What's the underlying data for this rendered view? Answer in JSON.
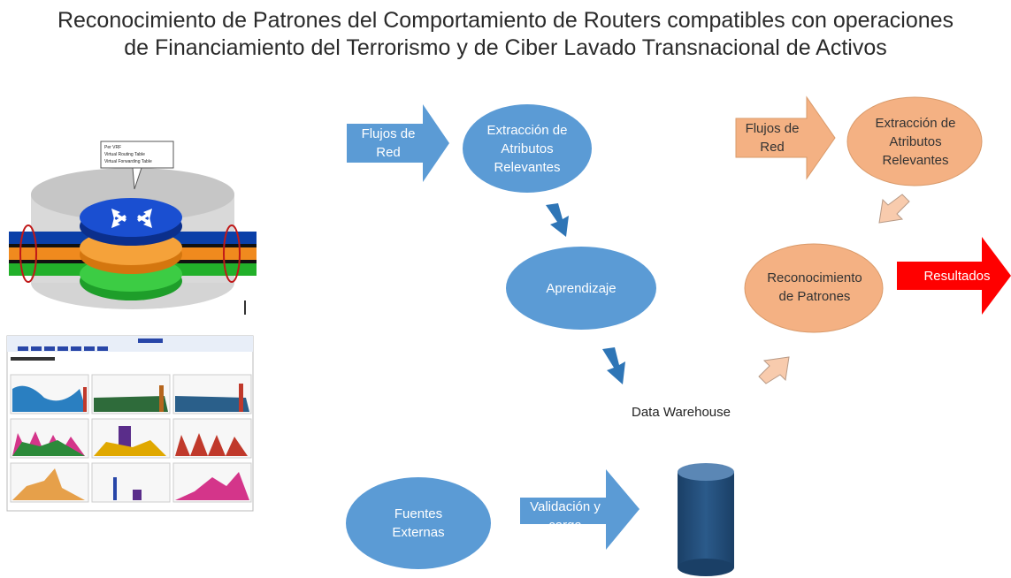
{
  "title": {
    "line1": "Reconocimiento de Patrones del Comportamiento de Routers compatibles con operaciones",
    "line2": "de Financiamiento del Terrorismo y de Ciber Lavado Transnacional de Activos"
  },
  "left_flow": {
    "network_flows": "Flujos de Red",
    "extraction": "Extracción de Atributos Relevantes",
    "learning": "Aprendizaje",
    "external_sources": "Fuentes Externas",
    "validation": "Validación y carga",
    "data_warehouse": "Data Warehouse"
  },
  "right_flow": {
    "network_flows": "Flujos de Red",
    "extraction": "Extracción de Atributos Relevantes",
    "recognition": "Reconocimiento de Patrones",
    "results": "Resultados"
  },
  "router_callout": {
    "line1": "Per VRF",
    "line2": "Virtual Routing Table",
    "line3": "Virtual Forwarding Table"
  },
  "colors": {
    "blue": "#5b9bd5",
    "dark_blue": "#1f4e79",
    "peach": "#f4b183",
    "peach_light": "#f8cbad",
    "red": "#ff0000"
  }
}
